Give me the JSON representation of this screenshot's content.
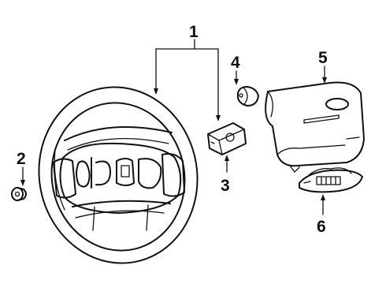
{
  "callouts": {
    "c1": "1",
    "c2": "2",
    "c3": "3",
    "c4": "4",
    "c5": "5",
    "c6": "6"
  },
  "parts": [
    {
      "callout": "1",
      "icon": "steering-wheel-icon"
    },
    {
      "callout": "2",
      "icon": "cap-plug-icon"
    },
    {
      "callout": "3",
      "icon": "switch-bracket-icon"
    },
    {
      "callout": "4",
      "icon": "clip-icon"
    },
    {
      "callout": "5",
      "icon": "airbag-module-icon"
    },
    {
      "callout": "6",
      "icon": "button-switch-icon"
    }
  ],
  "colors": {
    "line": "#111111",
    "background": "#ffffff"
  }
}
